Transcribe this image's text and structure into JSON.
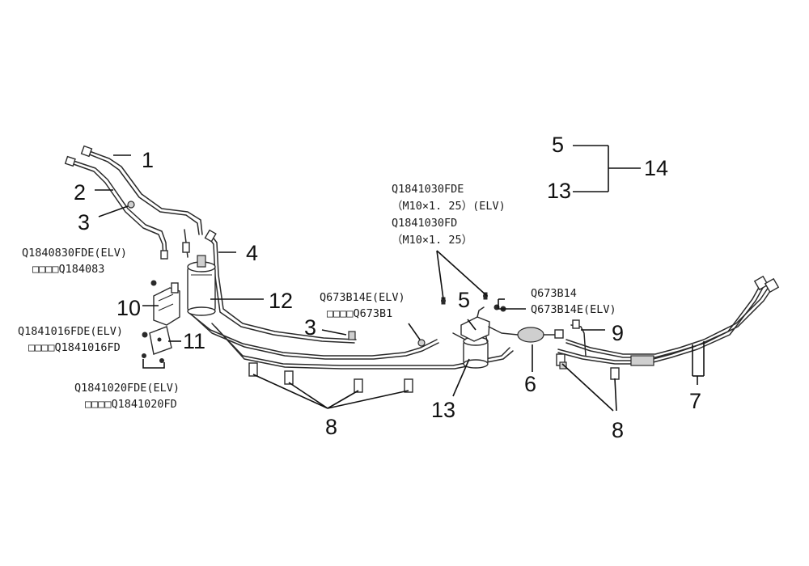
{
  "callouts": {
    "n1": "1",
    "n2": "2",
    "n3a": "3",
    "n3b": "3",
    "n4": "4",
    "n5a": "5",
    "n5b": "5",
    "n6": "6",
    "n7": "7",
    "n8a": "8",
    "n8b": "8",
    "n9": "9",
    "n10": "10",
    "n11": "11",
    "n12": "12",
    "n13a": "13",
    "n13b": "13",
    "n14": "14"
  },
  "part_codes": {
    "q1840830_elv": "Q1840830FDE(ELV)",
    "q1840830": "□□□□Q184083",
    "q1841016_elv": "Q1841016FDE(ELV)",
    "q1841016": "□□□□Q1841016FD",
    "q1841020_elv": "Q1841020FDE(ELV)",
    "q1841020": "□□□□Q1841020FD",
    "q673b14e_elv": "Q673B14E(ELV)",
    "q673b1": "□□□□Q673B1",
    "q1841030_elv": "Q1841030FDE",
    "q1841030_elv_spec": "（M10×1. 25）(ELV)",
    "q1841030": "Q1841030FD",
    "q1841030_spec": "（M10×1. 25）",
    "q673b14": "Q673B14",
    "q673b14e_elv_right": "Q673B14E(ELV)"
  }
}
